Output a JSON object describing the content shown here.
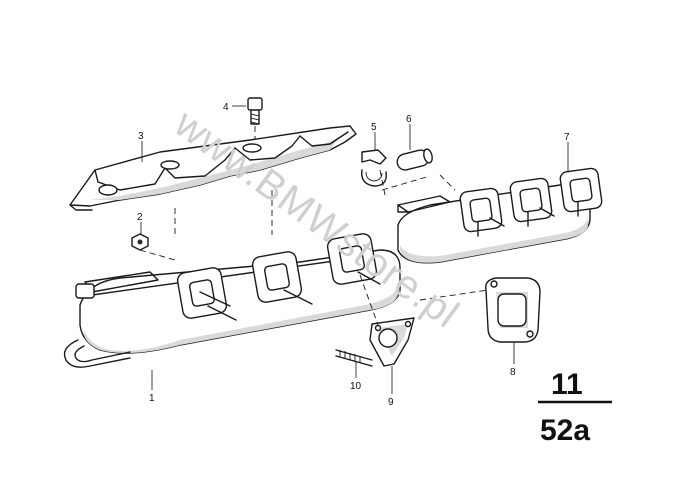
{
  "diagram": {
    "watermark": "www.BMWstore.pl",
    "page_ref": {
      "group": "11",
      "sheet": "52a"
    },
    "callouts": [
      {
        "id": "part-1",
        "label": "1"
      },
      {
        "id": "part-2",
        "label": "2"
      },
      {
        "id": "part-3",
        "label": "3"
      },
      {
        "id": "part-4",
        "label": "4"
      },
      {
        "id": "part-5",
        "label": "5"
      },
      {
        "id": "part-6",
        "label": "6"
      },
      {
        "id": "part-7",
        "label": "7"
      },
      {
        "id": "part-8",
        "label": "8"
      },
      {
        "id": "part-9",
        "label": "9"
      },
      {
        "id": "part-10",
        "label": "10"
      }
    ]
  }
}
